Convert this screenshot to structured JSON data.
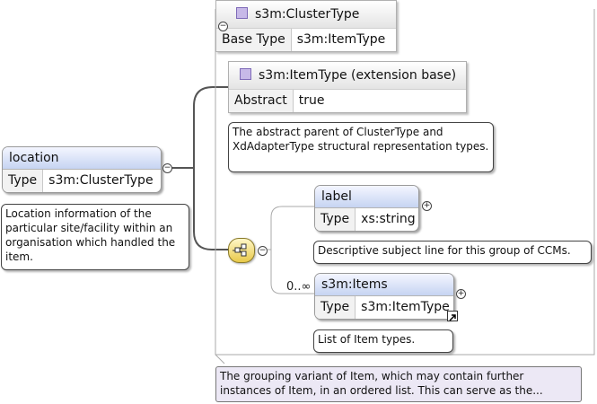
{
  "location": {
    "name": "location",
    "type_key": "Type",
    "type_value": "s3m:ClusterType",
    "doc": "Location information of the particular site/facility within an organisation which handled the item."
  },
  "cluster_type": {
    "name": "s3m:ClusterType",
    "base_key": "Base Type",
    "base_value": "s3m:ItemType",
    "doc": "The grouping variant of Item, which may contain further instances of Item, in an ordered list. This can serve as the..."
  },
  "item_type": {
    "name": "s3m:ItemType (extension base)",
    "abstract_key": "Abstract",
    "abstract_value": "true",
    "doc": "The abstract parent of ClusterType and XdAdapterType structural representation types."
  },
  "label_el": {
    "name": "label",
    "type_key": "Type",
    "type_value": "xs:string",
    "doc": "Descriptive subject line for this group of CCMs."
  },
  "items_el": {
    "name": "s3m:Items",
    "type_key": "Type",
    "type_value": "s3m:ItemType",
    "cardinality": "0..∞",
    "doc": "List of Item types."
  },
  "icons": [
    "collapse-icon",
    "expand-icon",
    "sequence-compositor-icon",
    "link-arrow-icon",
    "complex-type-icon"
  ],
  "colors": {
    "header_blue": "#c6d4f2",
    "note_lavender": "#ece8f5",
    "type_square": "#c7b9e8"
  }
}
